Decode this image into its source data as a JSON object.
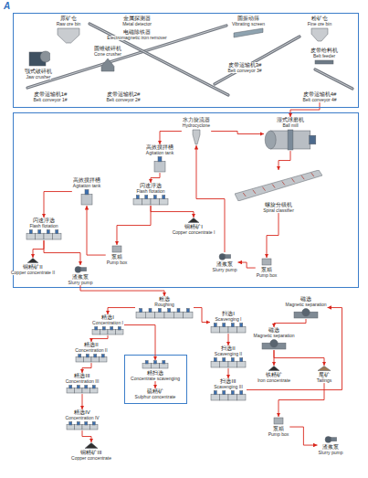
{
  "diagram": {
    "nodes": [
      {
        "text": [
          "A"
        ]
      },
      {
        "text": [
          "原矿仓",
          "Raw ore bin"
        ],
        "in": 0
      },
      {
        "text": [
          "颚式破碎机",
          "Jaw crusher"
        ],
        "in": 0
      },
      {
        "text": [
          "金属探测器",
          "Metal detector"
        ],
        "in": 0
      },
      {
        "text": [
          "电磁除铁器",
          "Electromagnetic iron remover"
        ],
        "in": 0
      },
      {
        "text": [
          "圆锥破碎机",
          "Cone crusher"
        ],
        "in": 0
      },
      {
        "text": [
          "圆振动筛",
          "Vibrating screen"
        ],
        "in": 0
      },
      {
        "text": [
          "粉矿仓",
          "Fine ore bin"
        ],
        "in": 0
      },
      {
        "text": [
          "皮带给料机",
          "Belt feeder"
        ],
        "in": 0
      },
      {
        "text": [
          "皮带运输机1#",
          "Belt conveyor 1#"
        ],
        "in": 0
      },
      {
        "text": [
          "皮带运输机2#",
          "Belt conveyor 2#"
        ],
        "in": 0
      },
      {
        "text": [
          "皮带运输机3#",
          "Belt conveyor 3#"
        ],
        "in": 0
      },
      {
        "text": [
          "皮带运输机4#",
          "Belt conveyor 4#"
        ],
        "in": 0
      },
      {
        "text": [
          "水力旋流器",
          "Hydrocyclone"
        ]
      },
      {
        "text": [
          "湿式球磨机",
          "Ball mill"
        ]
      },
      {
        "text": [
          "高效搅拌槽",
          "Agitation tank"
        ]
      },
      {
        "text": [
          "闪速浮选",
          "Flash flotation"
        ]
      },
      {
        "text": [
          "铜精矿II",
          "Copper concentrate II"
        ]
      },
      {
        "text": [
          "渣浆泵",
          "Slurry pump"
        ]
      },
      {
        "text": [
          "高效搅拌槽",
          "Agitation tank"
        ]
      },
      {
        "text": [
          "闪速浮选",
          "Flash flotation"
        ]
      },
      {
        "text": [
          "铜精矿I",
          "Copper concentrate I"
        ]
      },
      {
        "text": [
          "泵箱",
          "Pump box"
        ]
      },
      {
        "text": [
          "渣浆泵",
          "Slurry pump"
        ]
      },
      {
        "text": [
          "泵箱",
          "Pump box"
        ]
      },
      {
        "text": [
          "螺旋分级机",
          "Spiral classifier"
        ]
      },
      {
        "text": [
          "粗选",
          "Roughing"
        ]
      },
      {
        "text": [
          "精选I",
          "Concentration I"
        ]
      },
      {
        "text": [
          "精选II",
          "Concentration II"
        ]
      },
      {
        "text": [
          "精选III",
          "Concentration III"
        ]
      },
      {
        "text": [
          "精选IV",
          "Concentration IV"
        ]
      },
      {
        "text": [
          "铜精矿III",
          "Copper concentrate"
        ]
      },
      {
        "text": [
          "扫选I",
          "Scavenging I"
        ]
      },
      {
        "text": [
          "扫选II",
          "Scavenging II"
        ]
      },
      {
        "text": [
          "扫选III",
          "Scavenging III"
        ]
      },
      {
        "text": [
          "精扫选",
          "Concentrate scavenging"
        ]
      },
      {
        "text": [
          "硫精矿",
          "Sulphur concentrate"
        ]
      },
      {
        "text": [
          "磁选",
          "Magnetic separation"
        ]
      },
      {
        "text": [
          "磁选",
          "Magnetic separation"
        ]
      },
      {
        "text": [
          "铁精矿",
          "Iron concentrate"
        ]
      },
      {
        "text": [
          "尾矿",
          "Tailings"
        ]
      },
      {
        "text": [
          "泵箱",
          "Pump box"
        ]
      },
      {
        "text": [
          "渣浆泵",
          "Slurry pump"
        ]
      }
    ],
    "edges": [
      {
        "from": 12,
        "to": 14,
        "arrow": "to"
      },
      {
        "from": 14,
        "to": 25,
        "arrow": "to"
      },
      {
        "from": 25,
        "to": 24,
        "arrow": "to"
      },
      {
        "from": 24,
        "to": 23,
        "arrow": "to"
      },
      {
        "from": 23,
        "to": 13,
        "arrow": "to"
      },
      {
        "from": 13,
        "to": 14,
        "arrow": "to"
      },
      {
        "from": 13,
        "to": 19,
        "arrow": "to"
      },
      {
        "from": 19,
        "to": 20,
        "arrow": "to"
      },
      {
        "from": 20,
        "to": 21,
        "arrow": "to"
      },
      {
        "from": 20,
        "to": 22,
        "arrow": "to"
      },
      {
        "from": 22,
        "to": 15,
        "arrow": "to"
      },
      {
        "from": 15,
        "to": 16,
        "arrow": "to"
      },
      {
        "from": 16,
        "to": 17,
        "arrow": "to"
      },
      {
        "from": 16,
        "to": 18,
        "arrow": "to"
      },
      {
        "from": 18,
        "to": 26,
        "arrow": "to"
      },
      {
        "from": 26,
        "to": 27,
        "arrow": "to"
      },
      {
        "from": 26,
        "to": 32,
        "arrow": "to"
      },
      {
        "from": 27,
        "to": 28,
        "arrow": "to"
      },
      {
        "from": 28,
        "to": 29,
        "arrow": "to"
      },
      {
        "from": 29,
        "to": 30,
        "arrow": "to"
      },
      {
        "from": 30,
        "to": 31,
        "arrow": "to"
      },
      {
        "from": 27,
        "to": 35,
        "arrow": "to"
      },
      {
        "from": 35,
        "to": 36,
        "arrow": "to"
      },
      {
        "from": 32,
        "to": 33,
        "arrow": "to"
      },
      {
        "from": 33,
        "to": 34,
        "arrow": "to"
      },
      {
        "from": 34,
        "to": 37,
        "arrow": "to"
      },
      {
        "from": 37,
        "to": 38,
        "arrow": "to"
      },
      {
        "from": 38,
        "to": 39,
        "arrow": "to"
      },
      {
        "from": 38,
        "to": 40,
        "arrow": "to"
      },
      {
        "from": 40,
        "to": 41,
        "arrow": "to"
      },
      {
        "from": 41,
        "to": 42,
        "arrow": "to"
      }
    ]
  }
}
